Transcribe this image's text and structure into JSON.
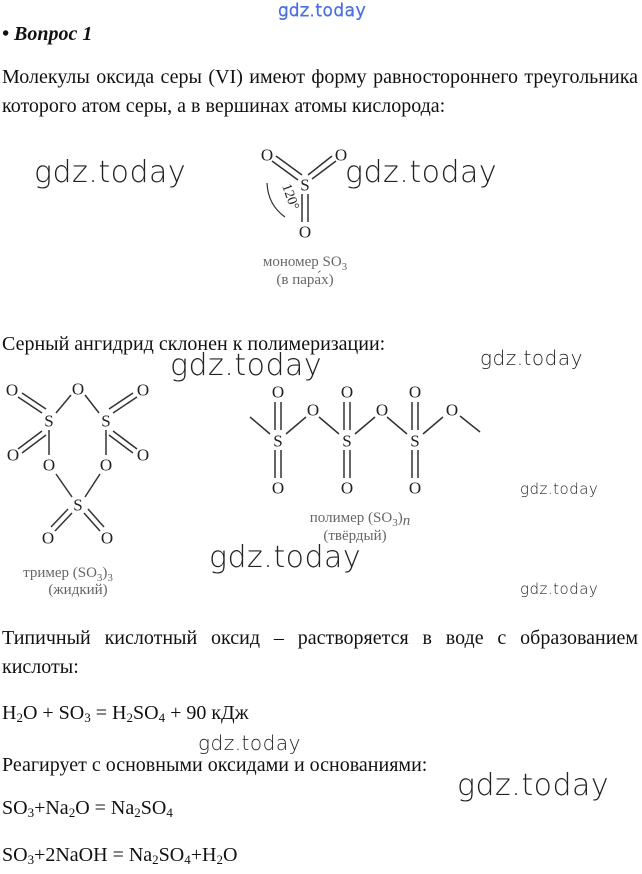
{
  "watermark": "gdz.today",
  "question_title": "• Вопрос 1",
  "paragraph1": "Молекулы оксида серы (VI) имеют форму равностороннего треугольника которого атом серы, а в вершинах атомы кислорода:",
  "atoms": {
    "O": "O",
    "S": "S"
  },
  "monomer": {
    "angle": "120°",
    "caption": "мономер SO",
    "caption_sub": "3",
    "state": "(в пара́х)"
  },
  "paragraph2": "Серный ангидрид склонен к полимеризации:",
  "trimer": {
    "caption": "тример (SO",
    "caption_sub": "3",
    "caption_end": ")",
    "caption_sub2": "3",
    "state": "(жидкий)"
  },
  "polymer": {
    "caption": "полимер (SO",
    "caption_sub": "3",
    "caption_end": ")",
    "caption_n": "n",
    "state": "(твёрдый)"
  },
  "paragraph3": "Типичный кислотный оксид – растворяется в воде с образованием кислоты:",
  "equation1": {
    "parts": [
      "H",
      "2",
      "O + SO",
      "3",
      " = H",
      "2",
      "SO",
      "4",
      " + 90 кДж"
    ]
  },
  "paragraph4": "Реагирует с основными оксидами и основаниями:",
  "equation2": {
    "parts": [
      "SO",
      "3",
      "+Na",
      "2",
      "O = Na",
      "2",
      "SO",
      "4"
    ]
  },
  "equation3": {
    "parts": [
      "SO",
      "3",
      "+2NaOH = Na",
      "2",
      "SO",
      "4",
      "+H",
      "2",
      "O"
    ]
  }
}
